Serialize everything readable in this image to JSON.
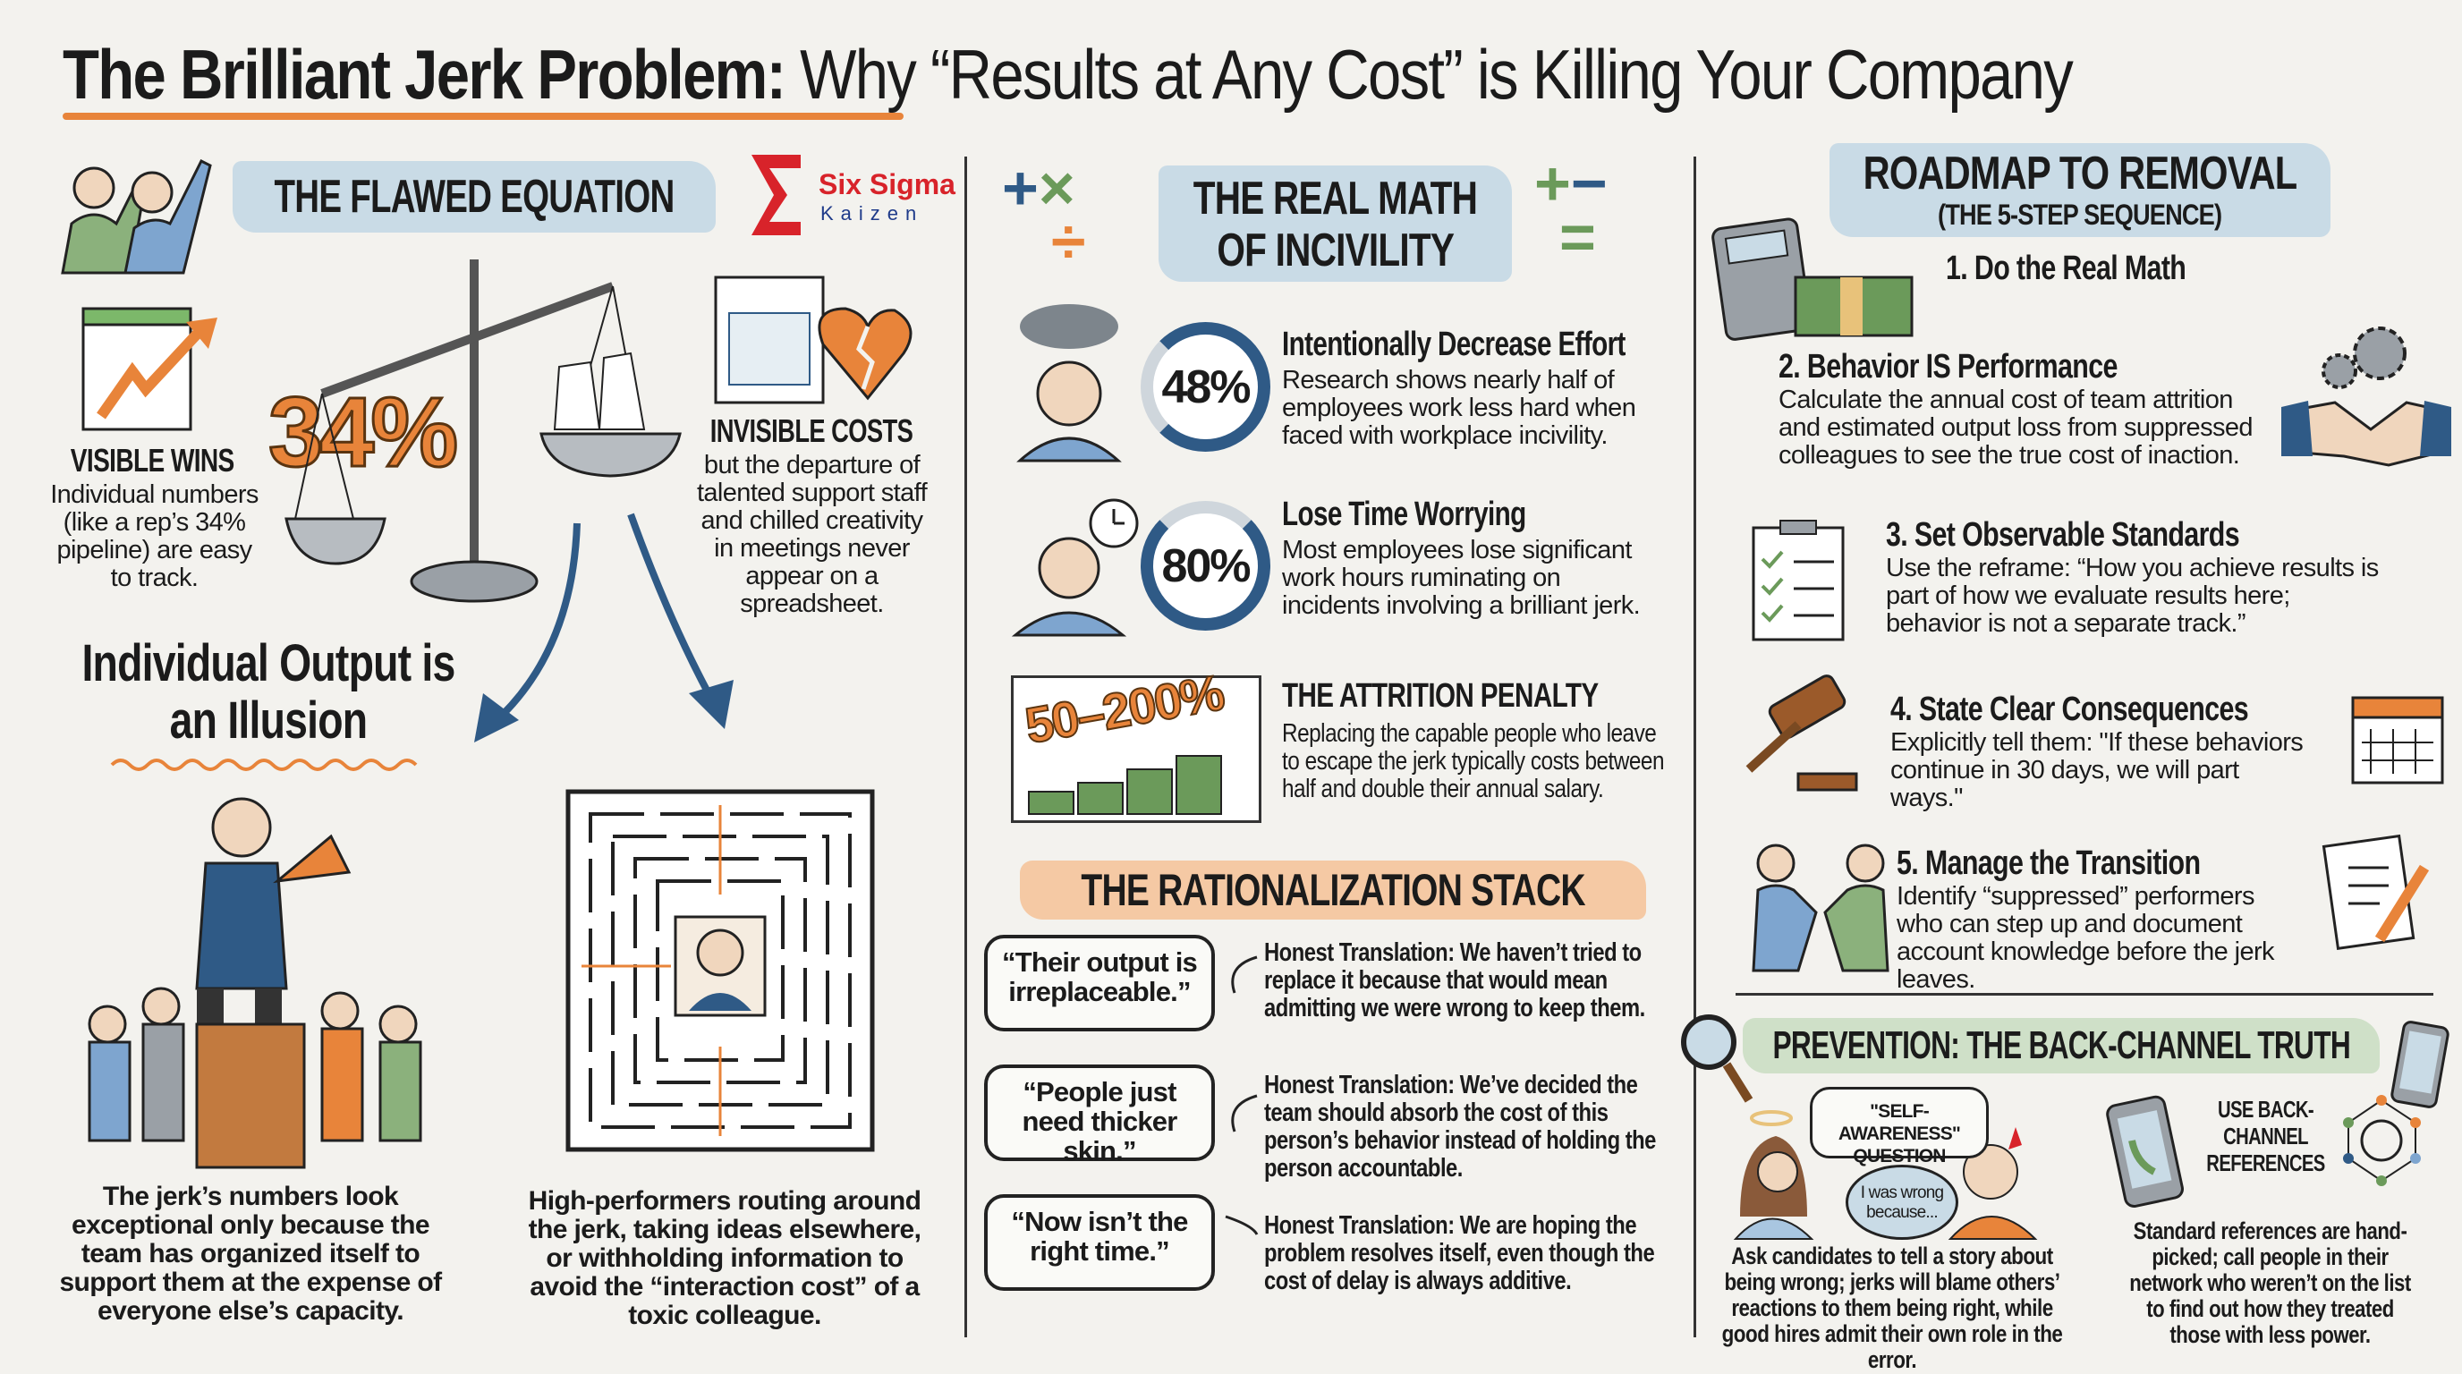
{
  "title": {
    "bold": "The Brilliant Jerk Problem:",
    "rest": "Why “Results at Any Cost” is Killing Your Company"
  },
  "logo": {
    "line1": "Six Sigma",
    "line2": "Kaizen",
    "colors": {
      "red": "#d8232a",
      "blue": "#1f3b8a"
    }
  },
  "flawed": {
    "header": "THE FLAWED EQUATION",
    "visible_title": "VISIBLE WINS",
    "visible_text": "Individual numbers (like a rep’s 34% pipeline) are easy to track.",
    "big_stat": "34%",
    "invisible_title": "INVISIBLE COSTS",
    "invisible_text": "but the departure of talented support staff and chilled creativity in meetings never appear on a spreadsheet.",
    "illusion_title": "Individual Output is an Illusion",
    "jerk_caption": "The jerk’s numbers look exceptional only because the team has organized itself to support them at the expense of everyone else’s capacity.",
    "maze_caption": "High-performers routing around the jerk, taking ideas elsewhere, or withholding information to avoid the “interaction cost” of a toxic colleague."
  },
  "real_math": {
    "header_line1": "THE REAL MATH",
    "header_line2": "OF INCIVILITY",
    "stats": [
      {
        "value": "48%",
        "percent": 48,
        "title": "Intentionally Decrease Effort",
        "text": "Research shows nearly half of employees work less hard when faced with workplace incivility."
      },
      {
        "value": "80%",
        "percent": 80,
        "title": "Lose Time Worrying",
        "text": "Most employees lose significant work hours ruminating on incidents involving a brilliant jerk."
      },
      {
        "value": "50–200%",
        "title": "THE ATTRITION PENALTY",
        "text": "Replacing the capable people who leave to escape the jerk typically costs between half and double their annual salary."
      }
    ]
  },
  "rationalization": {
    "header": "THE RATIONALIZATION STACK",
    "items": [
      {
        "quote": "“Their output is irreplaceable.”",
        "translation": "Honest Translation: We haven’t tried to replace it because that would mean admitting we were wrong to keep them."
      },
      {
        "quote": "“People just need thicker skin.”",
        "translation": "Honest Translation: We’ve decided the team should absorb the cost of this person’s behavior instead of holding the person accountable."
      },
      {
        "quote": "“Now isn’t the right time.”",
        "translation": "Honest Translation: We are hoping the problem resolves itself, even though the cost of delay is always additive."
      }
    ]
  },
  "roadmap": {
    "header": "ROADMAP TO REMOVAL",
    "subheader": "(THE 5-STEP SEQUENCE)",
    "steps": [
      {
        "title": "1. Do the Real Math",
        "text": ""
      },
      {
        "title": "2. Behavior IS Performance",
        "text": "Calculate the annual cost of team attrition and estimated output loss from suppressed colleagues to see the true cost of inaction."
      },
      {
        "title": "3. Set Observable Standards",
        "text": "Use the reframe: “How you achieve results is part of how we evaluate results here; behavior is not a separate track.”"
      },
      {
        "title": "4. State Clear Consequences",
        "text": "Explicitly tell them: \"If these behaviors continue in 30 days, we will part ways.\""
      },
      {
        "title": "5. Manage the Transition",
        "text": "Identify “suppressed” performers who can step up and document account knowledge before the jerk leaves."
      }
    ]
  },
  "prevention": {
    "header": "PREVENTION: THE BACK-CHANNEL TRUTH",
    "bubble_question": "\"SELF-AWARENESS\" QUESTION",
    "bubble_answer": "I was wrong because...",
    "left_text": "Ask candidates to tell a story about being wrong; jerks will blame others’ reactions to them being right, while good hires admit their own role in the error.",
    "backchannel_label": "USE BACK-CHANNEL REFERENCES",
    "right_text": "Standard references are hand-picked; call people in their network who weren’t on the list to find out how they treated those with less power."
  },
  "colors": {
    "background": "#f3f2ee",
    "orange": "#e8843a",
    "blue": "#2f5a86",
    "green": "#6b9a5a",
    "light_blue": "#c9dbe6"
  }
}
